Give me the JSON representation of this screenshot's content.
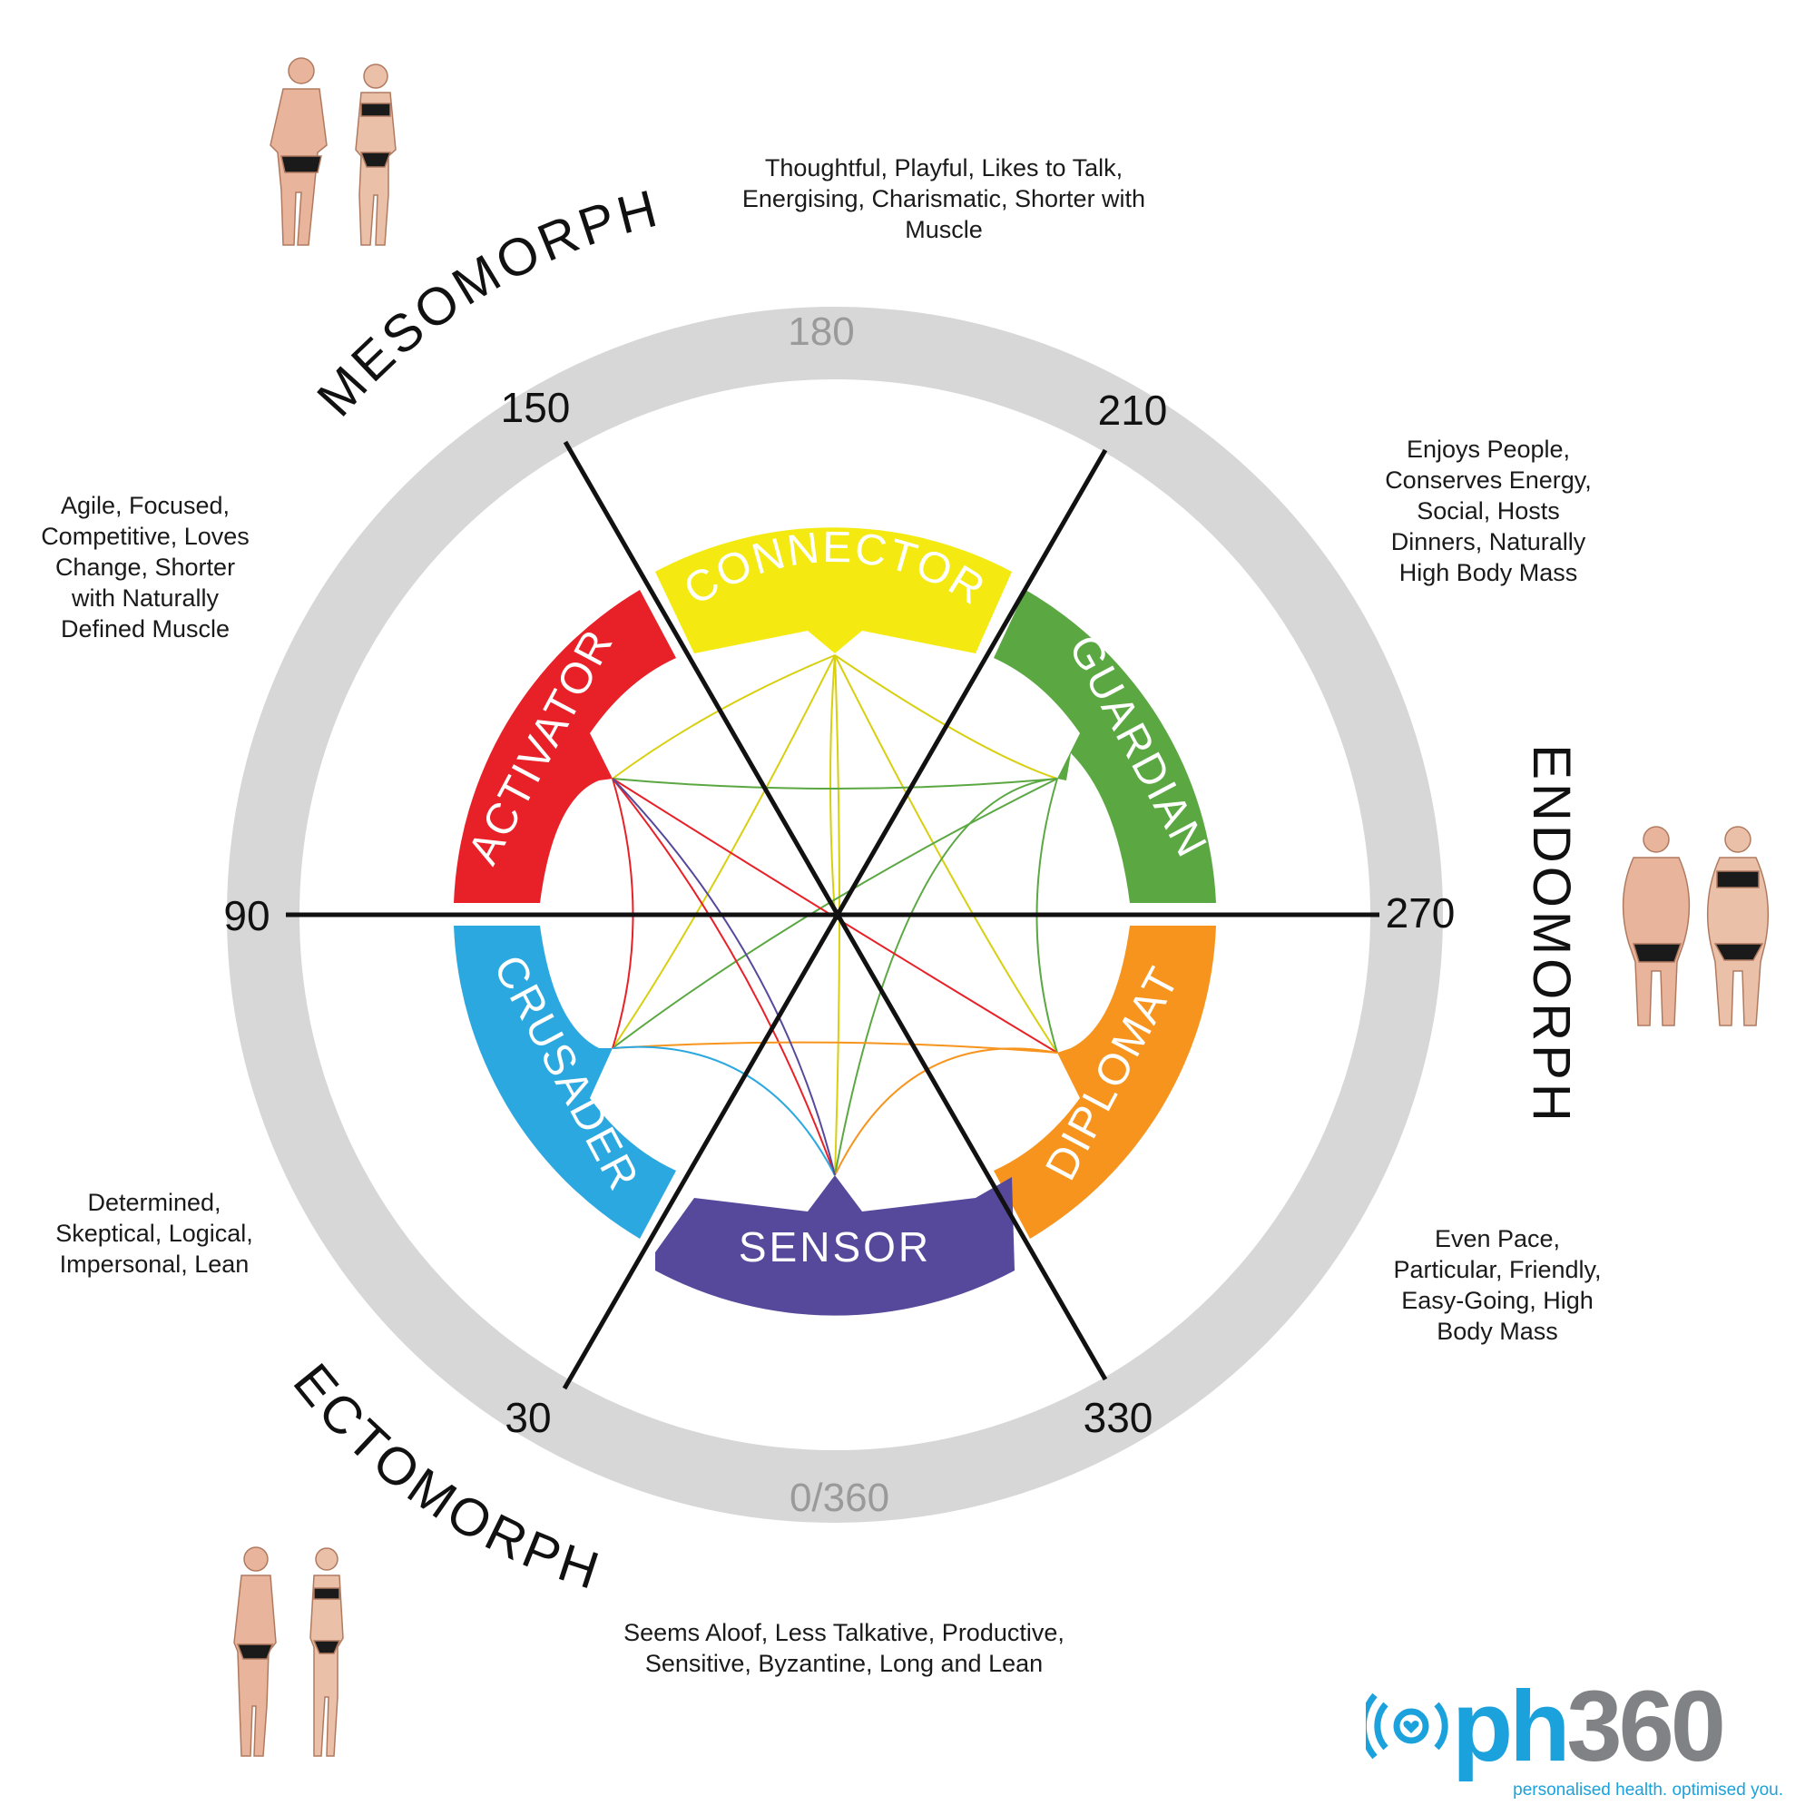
{
  "center_ring": {
    "degree_labels": {
      "top": "180",
      "bottom": "0/360",
      "d150": "150",
      "d210": "210",
      "d90": "90",
      "d270": "270",
      "d30": "30",
      "d330": "330"
    }
  },
  "segments": [
    {
      "name": "CONNECTOR",
      "color": "#f4ea12"
    },
    {
      "name": "GUARDIAN",
      "color": "#5ba843"
    },
    {
      "name": "DIPLOMAT",
      "color": "#f7941d"
    },
    {
      "name": "SENSOR",
      "color": "#56499c"
    },
    {
      "name": "CRUSADER",
      "color": "#2ca8e0"
    },
    {
      "name": "ACTIVATOR",
      "color": "#e82128"
    }
  ],
  "body_types": {
    "mesomorph": "MESOMORPH",
    "endomorph": "ENDOMORPH",
    "ectomorph": "ECTOMORPH"
  },
  "descriptions": {
    "top": [
      "Thoughtful, Playful, Likes to Talk,",
      "Energising, Charismatic, Shorter with Muscle"
    ],
    "upper_left": [
      "Agile, Focused,",
      "Competitive, Loves",
      "Change, Shorter",
      "with Naturally",
      "Defined Muscle"
    ],
    "upper_right": [
      "Enjoys People,",
      "Conserves Energy,",
      "Social, Hosts",
      "Dinners, Naturally",
      "High Body Mass"
    ],
    "lower_left": [
      "Determined,",
      "Skeptical, Logical,",
      "Impersonal, Lean"
    ],
    "lower_right": [
      "Even Pace,",
      "Particular, Friendly,",
      "Easy-Going, High",
      "Body Mass"
    ],
    "bottom": [
      "Seems Aloof, Less Talkative, Productive,",
      "Sensitive, Byzantine, Long and Lean"
    ]
  },
  "logo": {
    "wordmark": "ph360",
    "tagline": "personalised health. optimised you."
  },
  "colors": {
    "ring": "#d7d7d7",
    "ring_text": "#9a9a9a",
    "logo_blue": "#1ba1db",
    "logo_grey": "#808285"
  }
}
